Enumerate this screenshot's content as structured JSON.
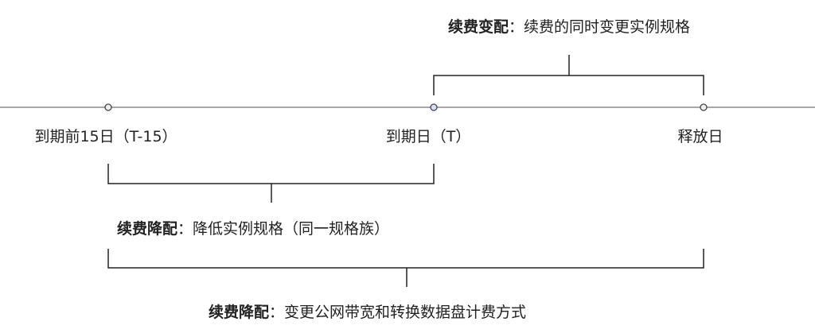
{
  "timeline": {
    "points": [
      {
        "label": "到期前15日（T-15）"
      },
      {
        "label": "到期日（T）"
      },
      {
        "label": "释放日"
      }
    ]
  },
  "brackets": [
    {
      "title": "续费变配",
      "separator": "：",
      "desc": "续费的同时变更实例规格"
    },
    {
      "title": "续费降配",
      "separator": "：",
      "desc": "降低实例规格（同一规格族）"
    },
    {
      "title": "续费降配",
      "separator": "：",
      "desc": "变更公网带宽和转换数据盘计费方式"
    }
  ],
  "colors": {
    "line": "#888888",
    "bracket": "#222222",
    "dot_highlight": "#d6e0f5"
  }
}
